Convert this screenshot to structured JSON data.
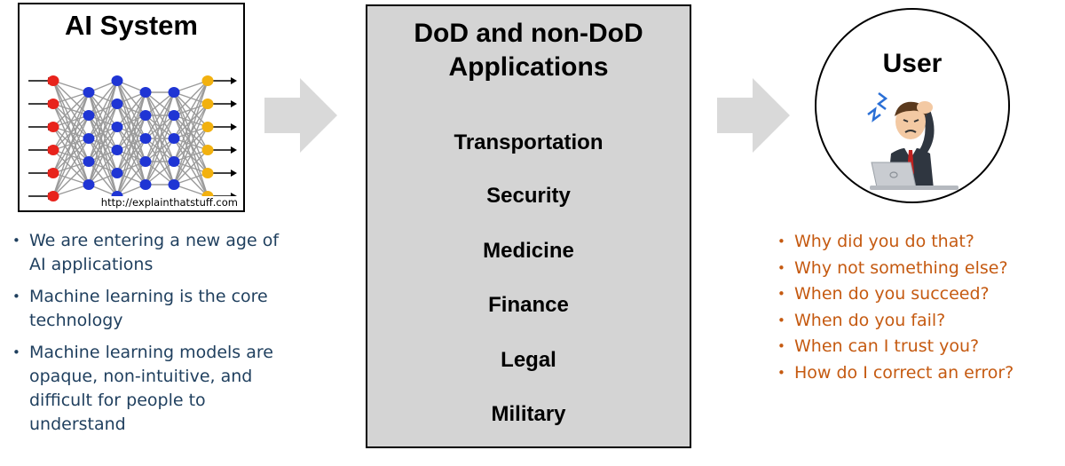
{
  "ai_system": {
    "title": "AI System",
    "credit": "http://explainthatstuff.com"
  },
  "left_bullets": [
    "We are entering a new age of AI applications",
    "Machine learning is the core technology",
    "Machine learning models are opaque, non-intuitive, and difficult for people to understand"
  ],
  "applications": {
    "title": "DoD and non-DoD Applications",
    "items": [
      "Transportation",
      "Security",
      "Medicine",
      "Finance",
      "Legal",
      "Military"
    ]
  },
  "user": {
    "title": "User",
    "icon": "frustrated-user-at-laptop-icon"
  },
  "right_bullets": [
    "Why did you do that?",
    "Why not something else?",
    "When do you succeed?",
    "When do you fail?",
    "When can I trust you?",
    "How do I correct an error?"
  ],
  "colors": {
    "left_text": "#1f3f5e",
    "right_text": "#c55a11",
    "center_fill": "#d4d4d4",
    "arrow": "#d9d9d9",
    "input_node": "#e8231c",
    "hidden_node": "#1f35d4",
    "output_node": "#f2b10f"
  }
}
